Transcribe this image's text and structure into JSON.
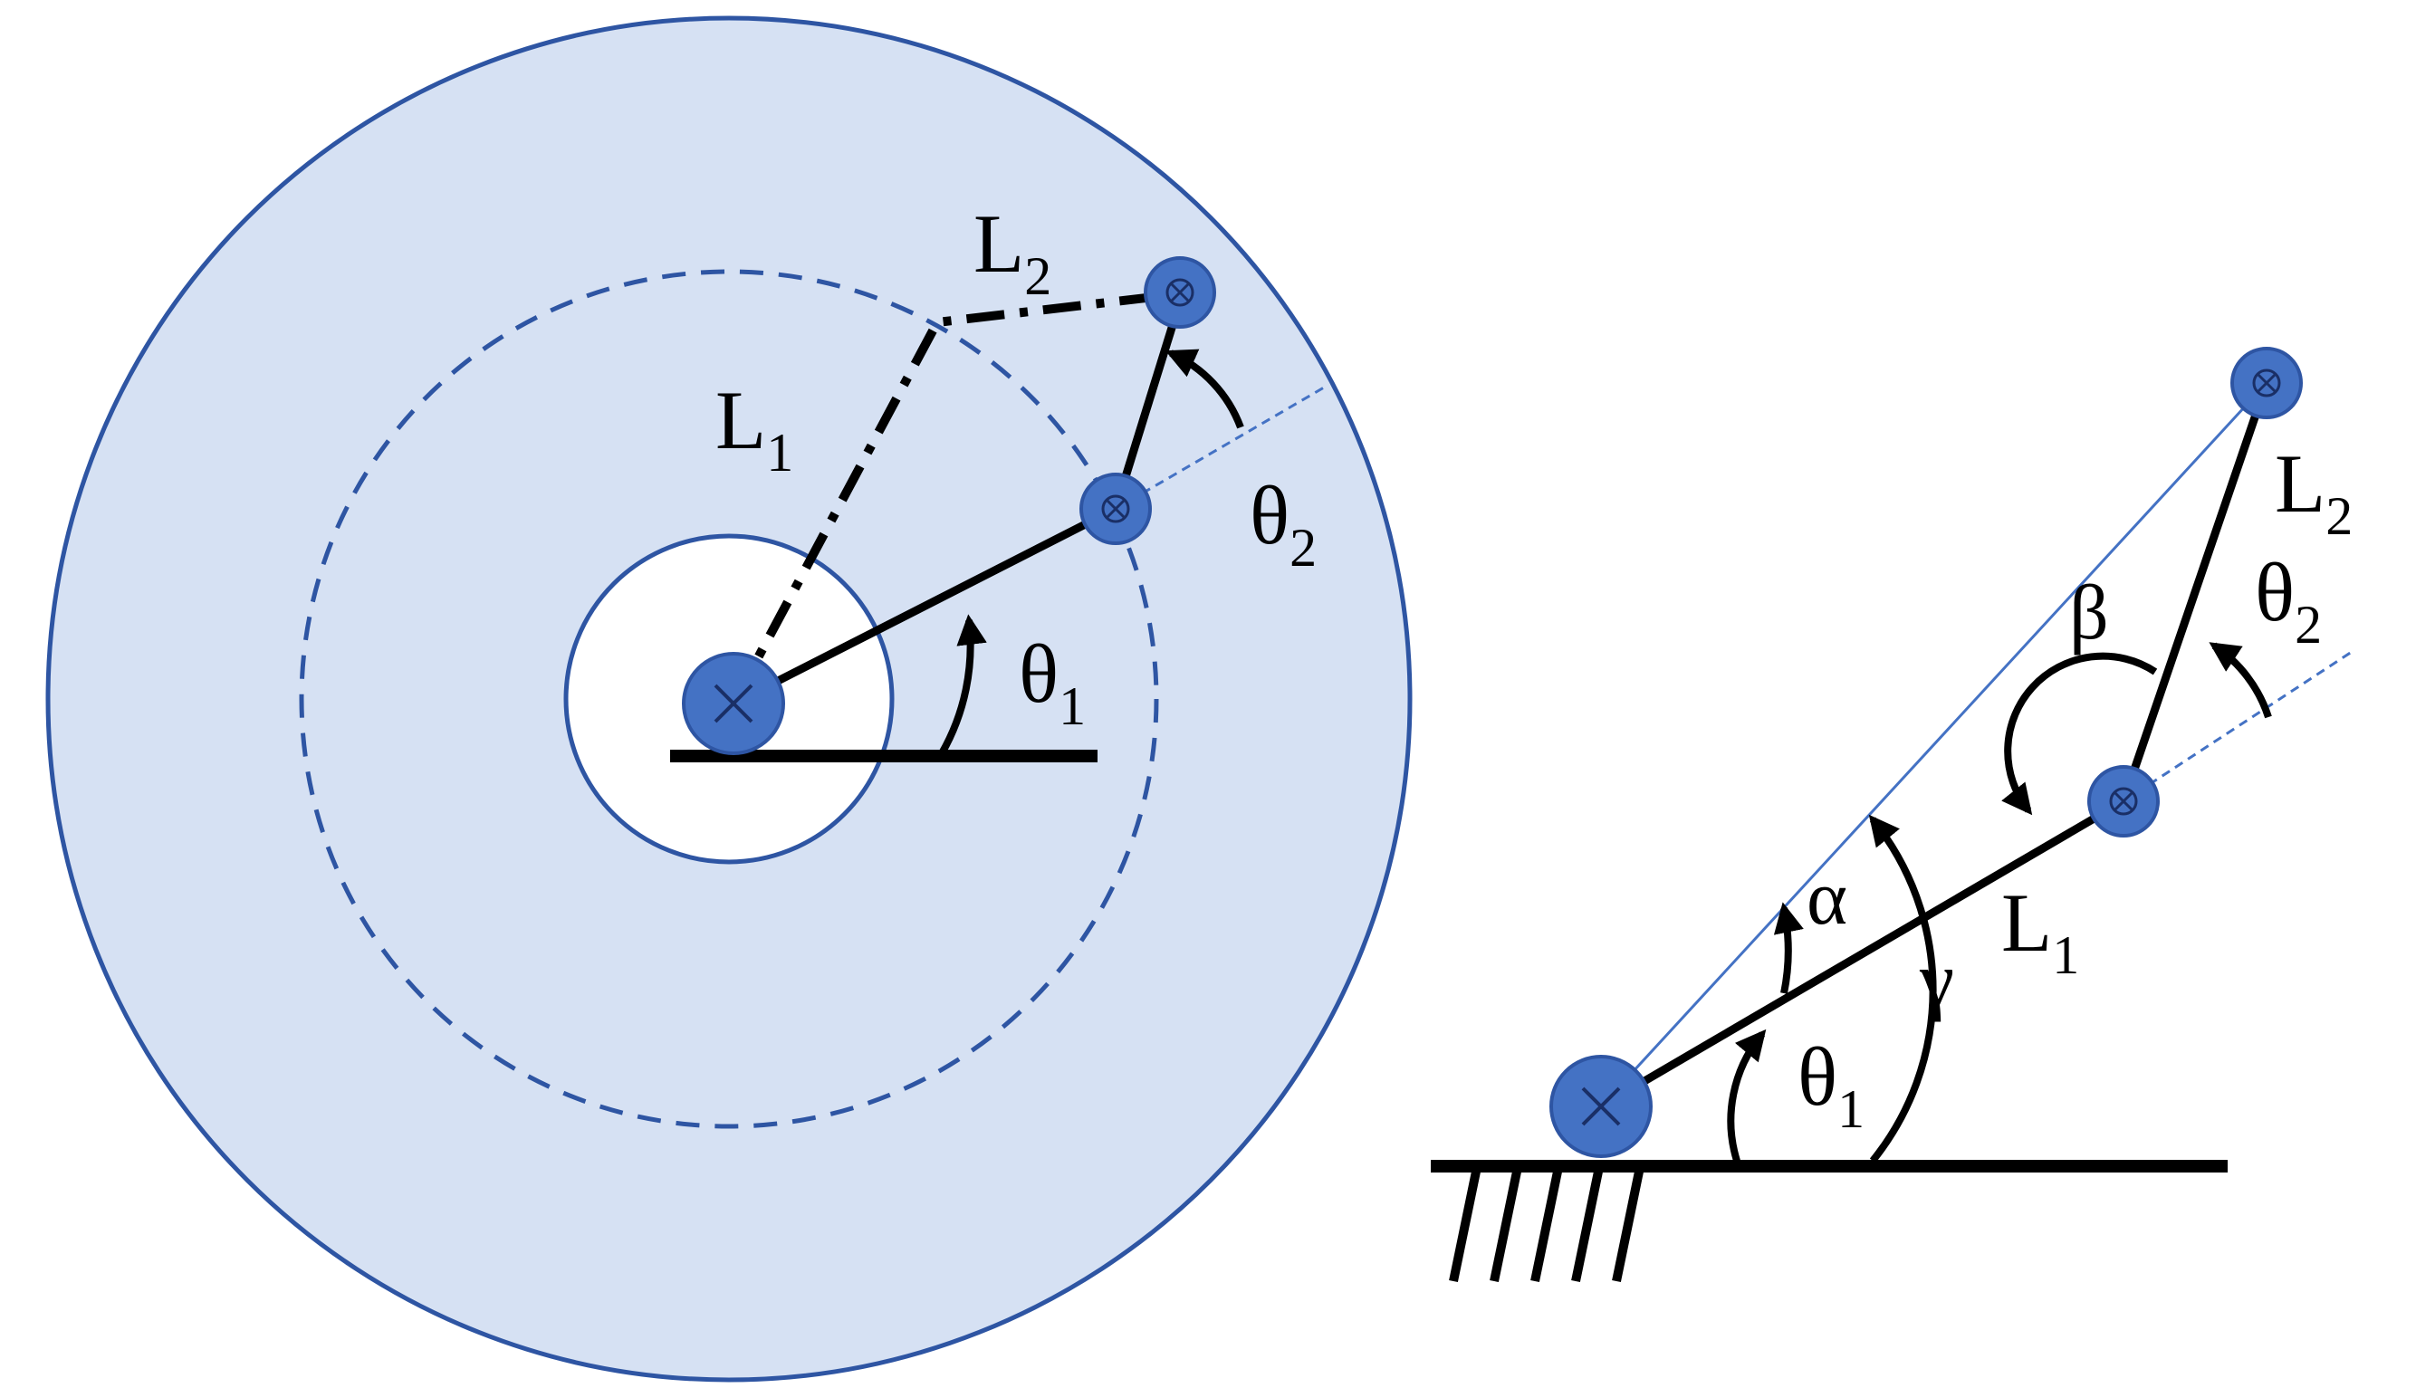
{
  "left": {
    "labels": {
      "L1": {
        "main": "L",
        "sub": "1"
      },
      "L2": {
        "main": "L",
        "sub": "2"
      },
      "theta1": {
        "main": "θ",
        "sub": "1"
      },
      "theta2": {
        "main": "θ",
        "sub": "2"
      }
    }
  },
  "right": {
    "labels": {
      "L1": {
        "main": "L",
        "sub": "1"
      },
      "L2": {
        "main": "L",
        "sub": "2"
      },
      "theta1": {
        "main": "θ",
        "sub": "1"
      },
      "theta2": {
        "main": "θ",
        "sub": "2"
      },
      "alpha": "α",
      "beta": "β",
      "gamma": "γ"
    }
  },
  "colors": {
    "workspace_fill": "#d6e1f3",
    "outline": "#2e55a3",
    "joint_fill": "#4472c4",
    "link": "#000000",
    "reach_line": "#4472c4"
  }
}
